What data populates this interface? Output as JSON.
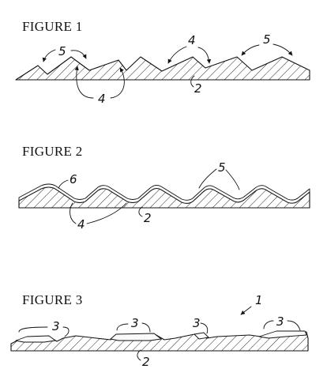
{
  "figures": [
    {
      "title": "FIGURE 1",
      "labels": {
        "protrusions": "5",
        "recesses": "4",
        "base": "2"
      }
    },
    {
      "title": "FIGURE 2",
      "labels": {
        "coating": "6",
        "protrusions": "5",
        "recesses": "4",
        "base": "2"
      }
    },
    {
      "title": "FIGURE 3",
      "labels": {
        "article": "1",
        "islands": "3",
        "base": "2"
      }
    }
  ]
}
